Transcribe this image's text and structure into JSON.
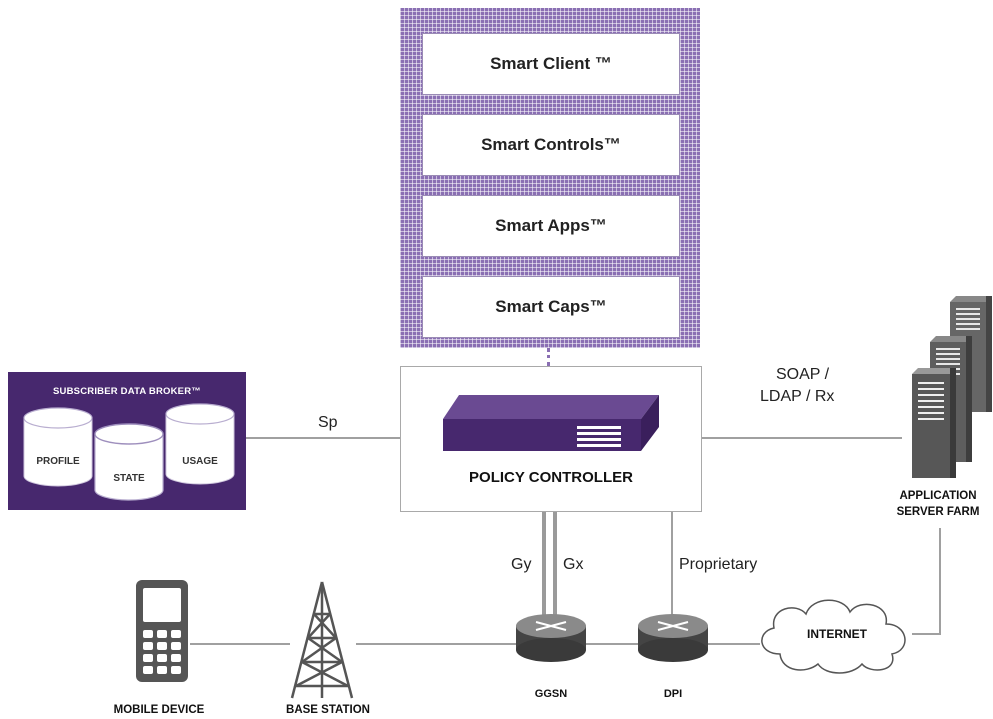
{
  "stack": {
    "items": [
      "Smart Client ™",
      "Smart Controls™",
      "Smart Apps™",
      "Smart Caps™"
    ]
  },
  "subscriber_broker": {
    "title": "SUBSCRIBER DATA BROKER™",
    "databases": [
      "PROFILE",
      "STATE",
      "USAGE"
    ]
  },
  "policy_controller": {
    "label": "POLICY CONTROLLER"
  },
  "interfaces": {
    "sp": "Sp",
    "soap_line1": "SOAP /",
    "soap_line2": "LDAP /  Rx",
    "gy": "Gy",
    "gx": "Gx",
    "proprietary": "Proprietary"
  },
  "nodes": {
    "app_farm_line1": "APPLICATION",
    "app_farm_line2": "SERVER FARM",
    "internet": "INTERNET",
    "ggsn": "GGSN",
    "dpi": "DPI",
    "mobile": "MOBILE DEVICE",
    "base_station": "BASE STATION"
  },
  "colors": {
    "brand_purple": "#47286e",
    "stack_purple": "#8a6fb3",
    "line_gray": "#a0a0a0"
  }
}
